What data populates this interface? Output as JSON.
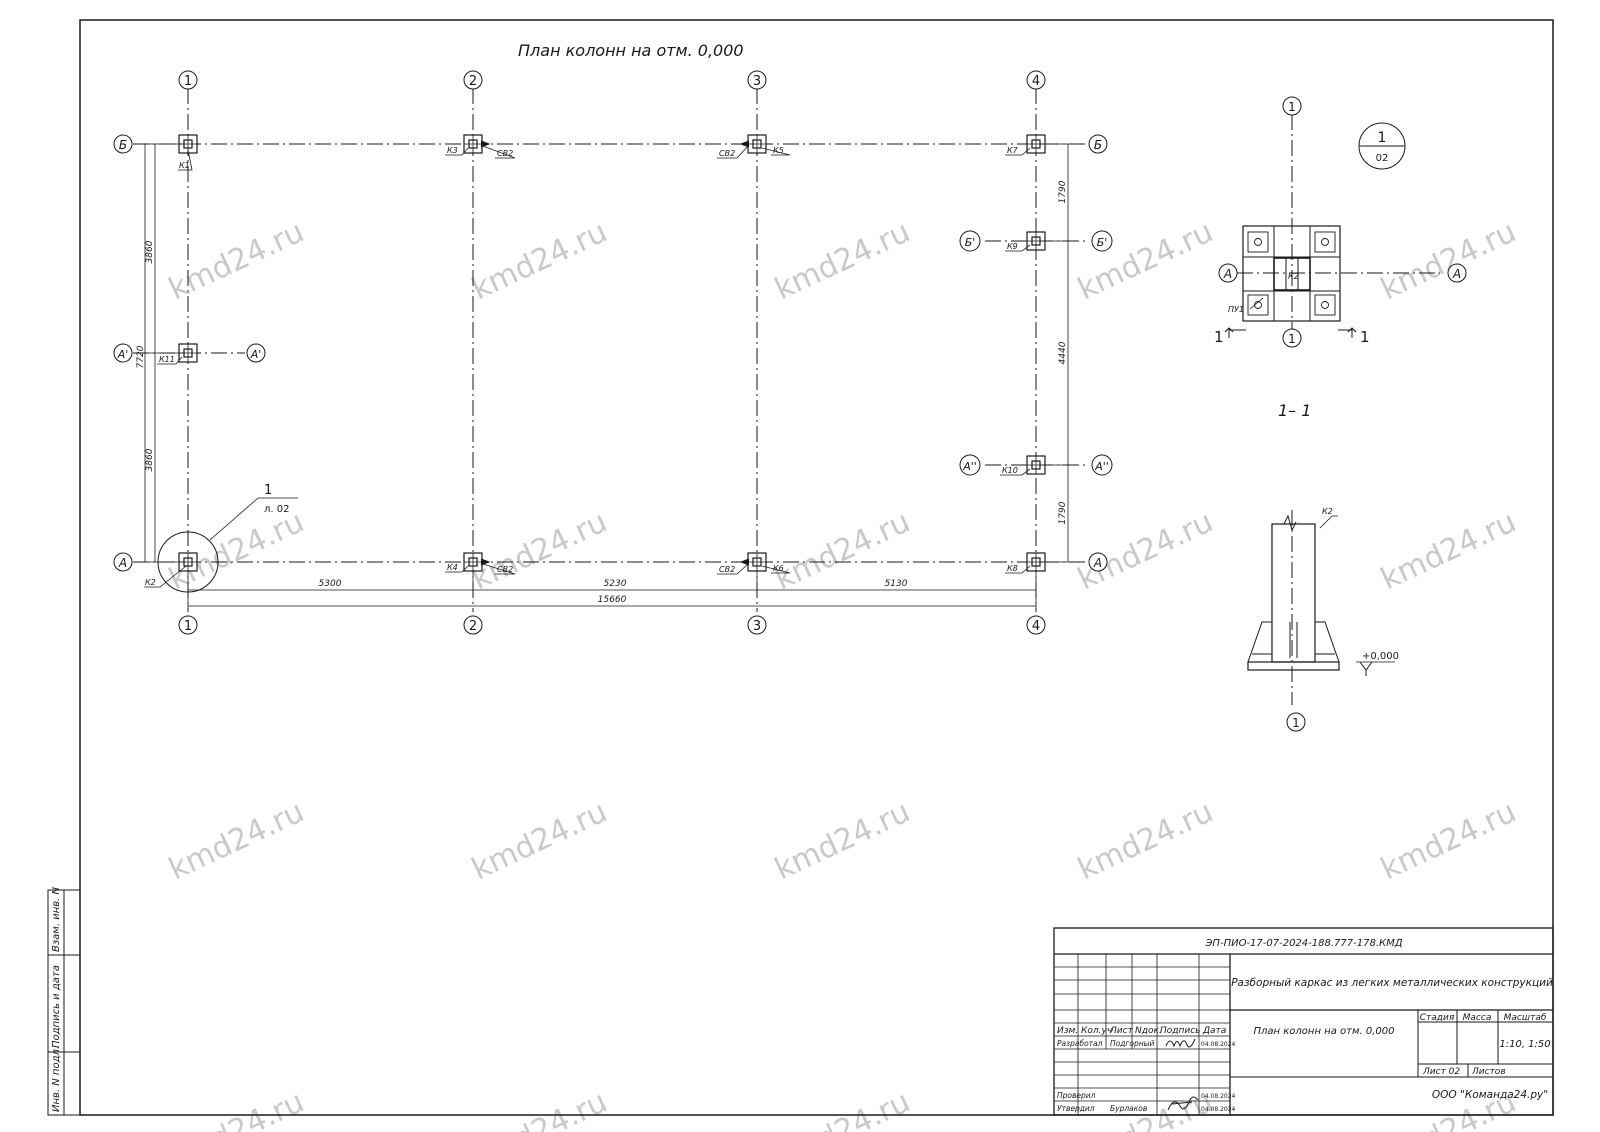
{
  "plan": {
    "title": "План колонн на отм. 0,000",
    "axes_top": [
      "1",
      "2",
      "3",
      "4"
    ],
    "axes_bottom": [
      "1",
      "2",
      "3",
      "4"
    ],
    "row_a": "А",
    "row_b": "Б",
    "row_a1": "А'",
    "row_b1": "Б'",
    "row_a2": "А''",
    "columns": {
      "k1": "К1",
      "k2": "К2",
      "k3": "К3",
      "k4": "К4",
      "k5": "К5",
      "k6": "К6",
      "k7": "К7",
      "k8": "К8",
      "k9": "К9",
      "k10": "К10",
      "k11": "К11"
    },
    "brace": "СВ2",
    "dims_bottom": [
      "5300",
      "5230",
      "5130"
    ],
    "dim_total": "15660",
    "dims_left": [
      "3860",
      "3860"
    ],
    "dim_left_total": "7720",
    "dims_right": [
      "1790",
      "4440",
      "1790"
    ],
    "callout": {
      "num": "1",
      "sheet": "л. 02"
    }
  },
  "node": {
    "axis_top": "1",
    "axis_bottom": "1",
    "axis_left": "А",
    "axis_right": "А",
    "marker_num": "1",
    "marker_sheet": "02",
    "column": "К2",
    "plate": "ПУ1",
    "section_mark": "1"
  },
  "section": {
    "title": "1– 1",
    "column": "К2",
    "level": "+0,000",
    "axis": "1"
  },
  "side_stamp": [
    "Взам. инв. N",
    "Подпись и дата",
    "Инв. N подл."
  ],
  "stamp": {
    "code": "ЭП-ПИО-17-07-2024-188.777-178.КМД",
    "object": "Разборный каркас из легких металлических конструкций",
    "sheet_title": "План колонн на отм. 0,000",
    "headers": [
      "Изм.",
      "Кол.уч",
      "Лист",
      "Nдок.",
      "Подпись",
      "Дата"
    ],
    "roles": [
      {
        "role": "Разработал",
        "name": "Подгорный",
        "date": "04.08.2024"
      },
      {
        "role": "Проверил",
        "name": "",
        "date": "04.08.2024"
      },
      {
        "role": "Утвердил",
        "name": "Бурлаков",
        "date": "04.08.2024"
      }
    ],
    "stage_label": "Стадия",
    "mass_label": "Масса",
    "scale_label": "Масштаб",
    "scale_value": "1:10, 1:50",
    "sheet_label": "Лист 02",
    "sheets_label": "Листов",
    "company": "ООО \"Команда24.ру\""
  },
  "watermark": "kmd24.ru"
}
